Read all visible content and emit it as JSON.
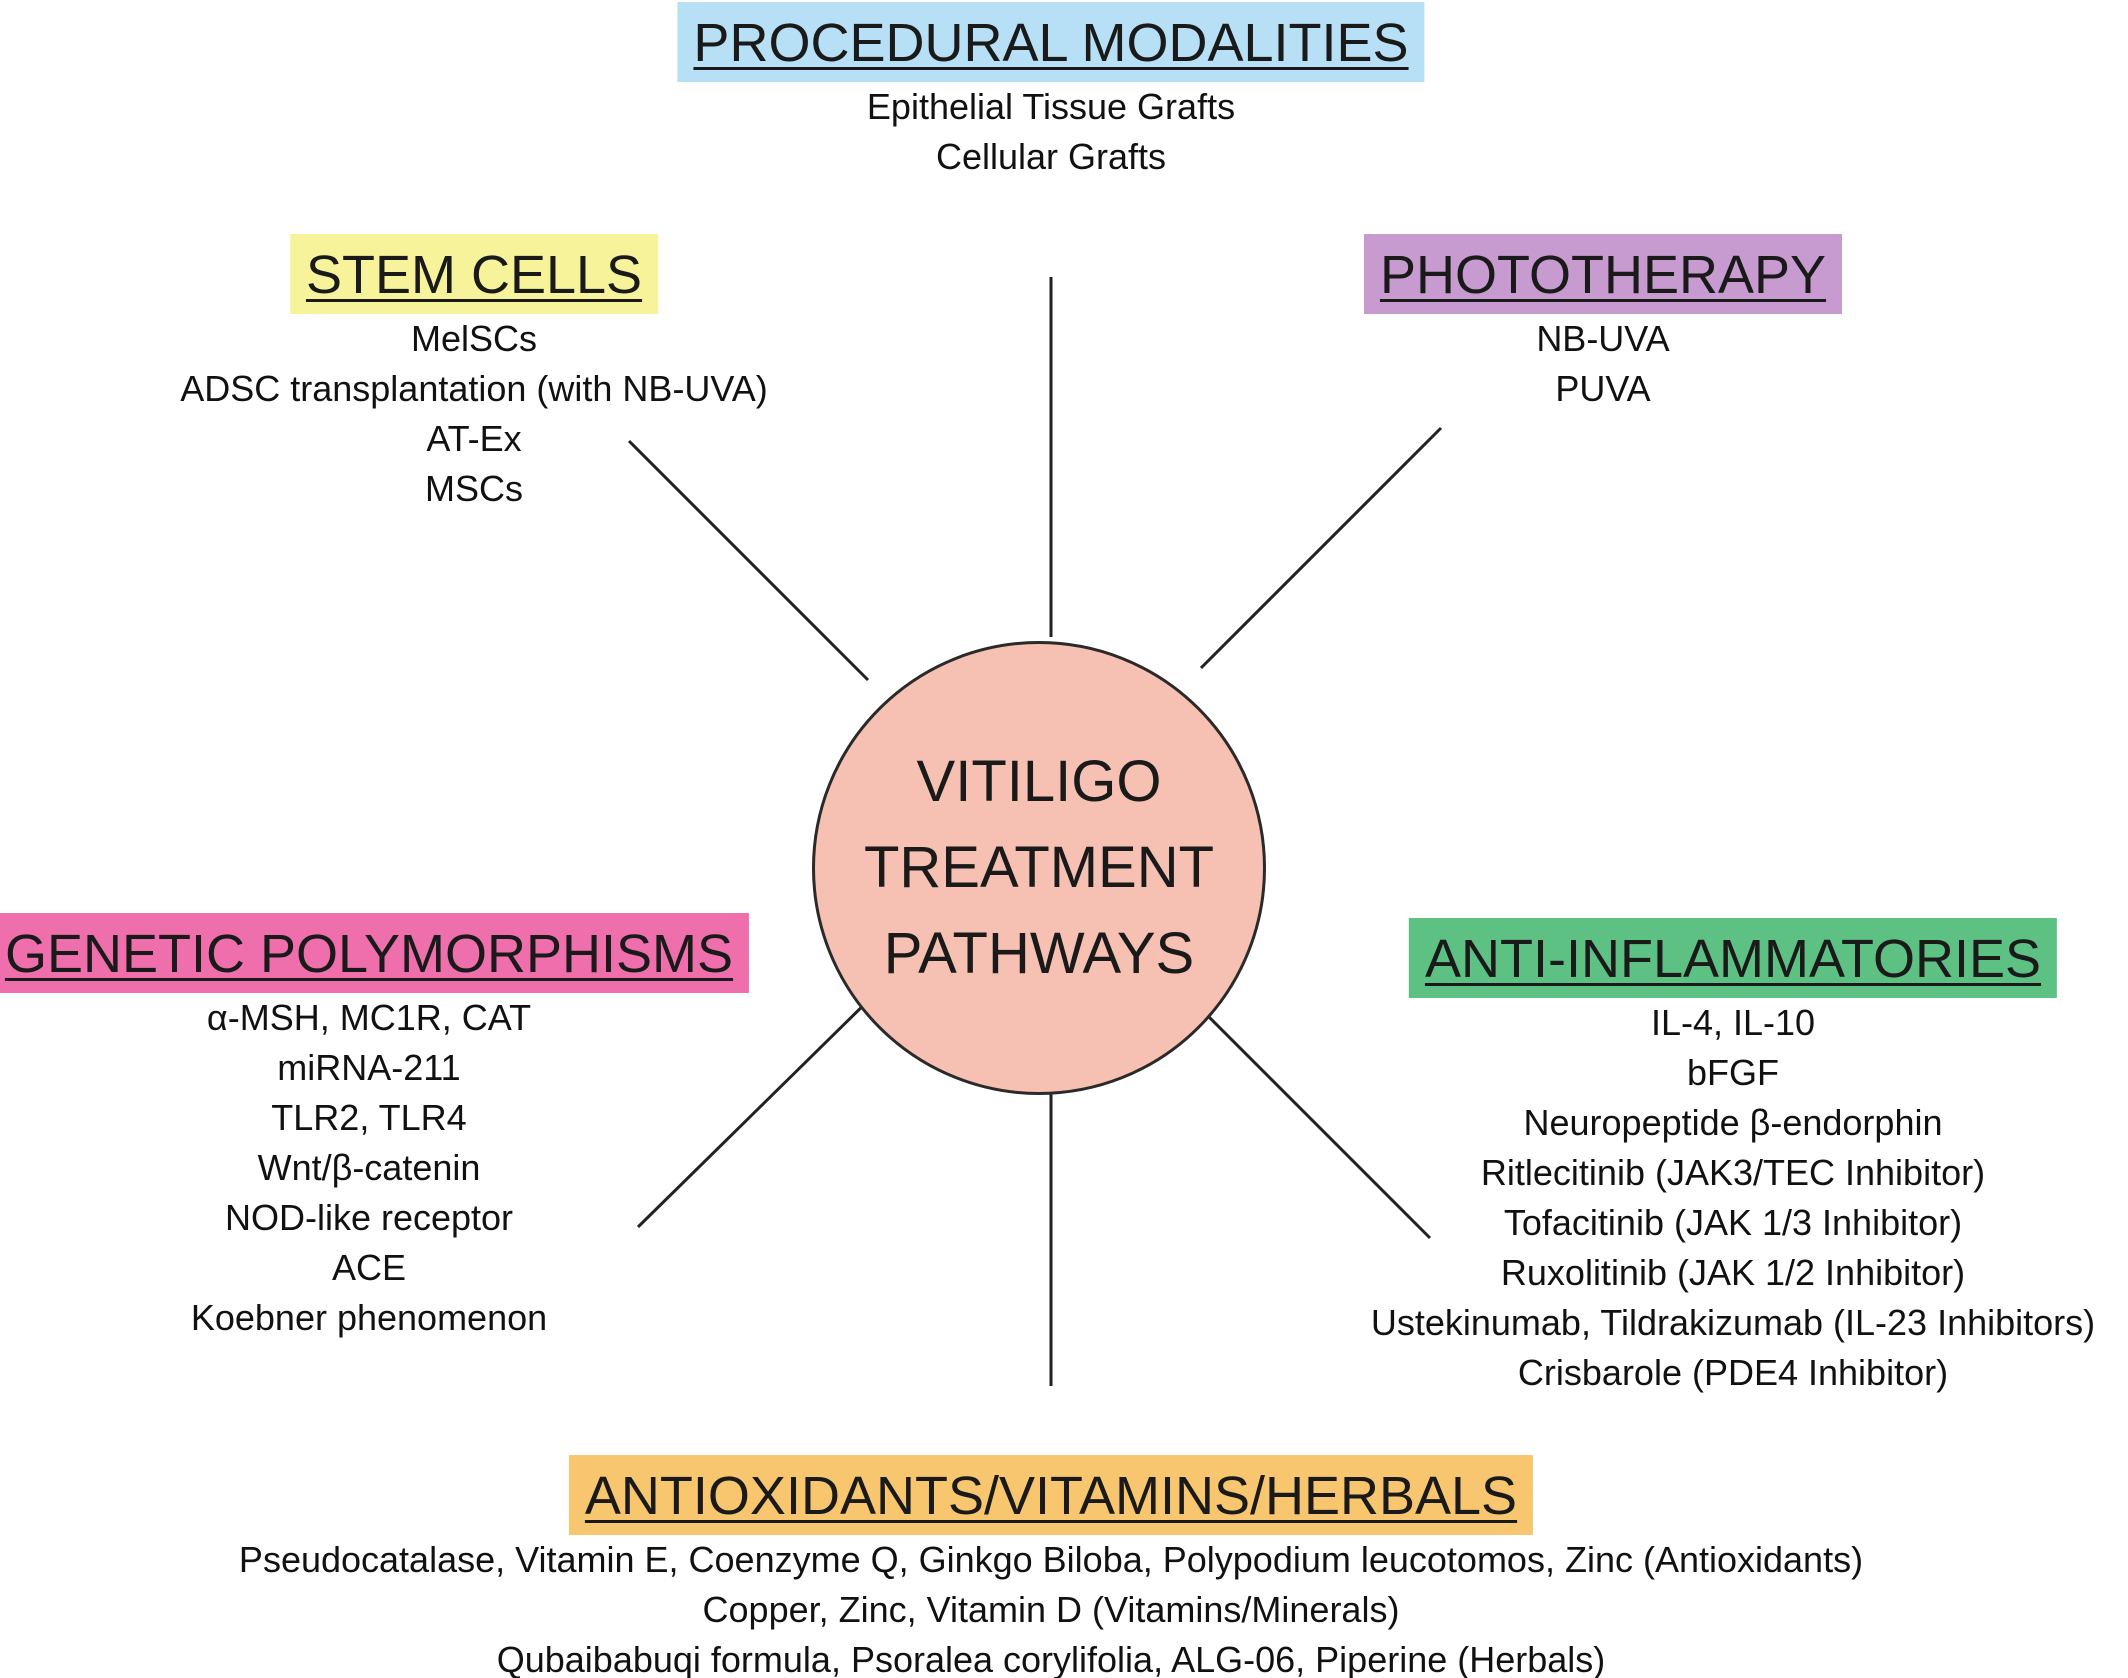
{
  "colors": {
    "center_fill": "#f6c0b2",
    "procedural": "#b7dff5",
    "stem_cells": "#f7f39a",
    "phototherapy": "#c79ad0",
    "genetic": "#ef6fad",
    "anti_inflammatory": "#5ec184",
    "antioxidants": "#f7c66f",
    "spoke": "#222222"
  },
  "center": {
    "lines": [
      "VITILIGO",
      "TREATMENT",
      "PATHWAYS"
    ]
  },
  "nodes": {
    "procedural": {
      "title": "PROCEDURAL MODALITIES",
      "items": [
        "Epithelial Tissue Grafts",
        "Cellular Grafts"
      ]
    },
    "stem_cells": {
      "title": "STEM CELLS",
      "items": [
        "MelSCs",
        "ADSC transplantation (with NB-UVA)",
        "AT-Ex",
        "MSCs"
      ]
    },
    "phototherapy": {
      "title": "PHOTOTHERAPY",
      "items": [
        "NB-UVA",
        "PUVA"
      ]
    },
    "genetic": {
      "title": "GENETIC POLYMORPHISMS",
      "items": [
        "α-MSH, MC1R, CAT",
        "miRNA-211",
        "TLR2, TLR4",
        "Wnt/β-catenin",
        "NOD-like receptor",
        "ACE",
        "Koebner phenomenon"
      ]
    },
    "anti_inflammatory": {
      "title": "ANTI-INFLAMMATORIES",
      "items": [
        "IL-4, IL-10",
        "bFGF",
        "Neuropeptide β-endorphin",
        "Ritlecitinib (JAK3/TEC Inhibitor)",
        "Tofacitinib (JAK 1/3 Inhibitor)",
        "Ruxolitinib (JAK 1/2 Inhibitor)",
        "Ustekinumab, Tildrakizumab (IL-23 Inhibitors)",
        "Crisbarole (PDE4 Inhibitor)"
      ]
    },
    "antioxidants": {
      "title": "ANTIOXIDANTS/VITAMINS/HERBALS",
      "items": [
        "Pseudocatalase, Vitamin E, Coenzyme Q, Ginkgo Biloba, Polypodium leucotomos, Zinc (Antioxidants)",
        "Copper, Zinc, Vitamin D (Vitamins/Minerals)",
        "Qubaibabuqi formula, Psoralea corylifolia, ALG-06, Piperine (Herbals)"
      ]
    }
  }
}
